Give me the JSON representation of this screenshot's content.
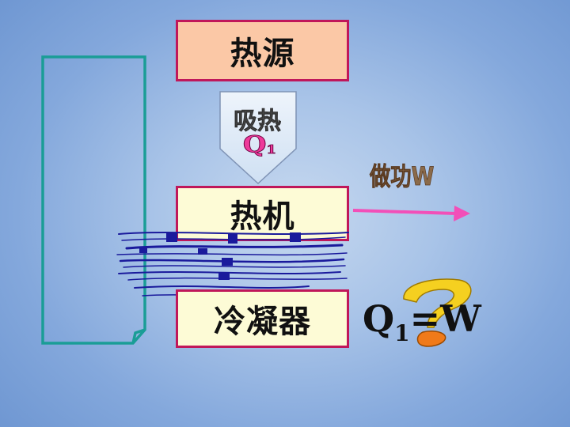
{
  "diagram": {
    "heat_source": "热源",
    "absorb_label": "吸热",
    "q1_arrow_label": "Q",
    "q1_arrow_sub": "1",
    "work_label": "做功W",
    "heat_engine": "热机",
    "condenser": "冷凝器",
    "equation": {
      "q": "Q",
      "sub": "1",
      "rest": "=W",
      "question_mark": "?"
    }
  },
  "colors": {
    "box_border": "#c0175a",
    "source_fill": "#fbc8a6",
    "engine_fill": "#fdfbd6",
    "teal_loop": "#1a9d96",
    "work_arrow": "#f24fb8",
    "scribble": "#1a1a9c",
    "question_yellow": "#f5d020",
    "question_orange": "#f07a1a"
  }
}
